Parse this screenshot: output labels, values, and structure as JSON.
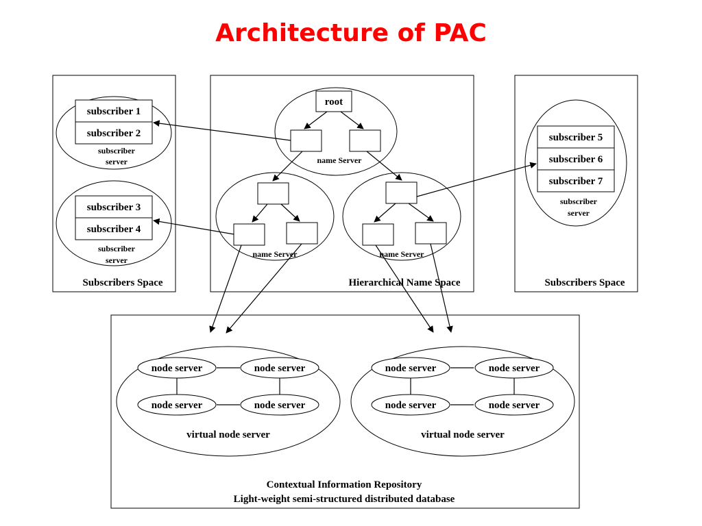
{
  "title": "Architecture of PAC",
  "subscribers_space_left": {
    "label": "Subscribers Space",
    "server_a": {
      "items": [
        "subscriber 1",
        "subscriber 2"
      ],
      "caption": [
        "subscriber",
        "server"
      ]
    },
    "server_b": {
      "items": [
        "subscriber 3",
        "subscriber 4"
      ],
      "caption": [
        "subscriber",
        "server"
      ]
    }
  },
  "hierarchical_name_space": {
    "label": "Hierarchical Name Space",
    "root_label": "root",
    "name_server_label": "name Server"
  },
  "subscribers_space_right": {
    "label": "Subscribers Space",
    "server": {
      "items": [
        "subscriber 5",
        "subscriber 6",
        "subscriber 7"
      ],
      "caption": [
        "subscriber",
        "server"
      ]
    }
  },
  "repository": {
    "node_server_label": "node server",
    "virtual_node_server_label": "virtual node server",
    "caption_line1": "Contextual Information Repository",
    "caption_line2": "Light-weight semi-structured distributed database"
  }
}
